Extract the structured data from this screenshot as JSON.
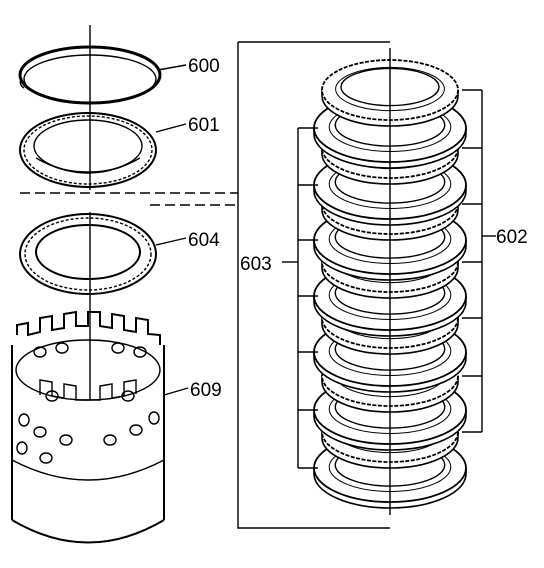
{
  "labels": {
    "snap_ring": "600",
    "pressure_plate": "601",
    "clutch_discs": "602",
    "steel_plates": "603",
    "backing_plate": "604",
    "clutch_drum": "609"
  }
}
